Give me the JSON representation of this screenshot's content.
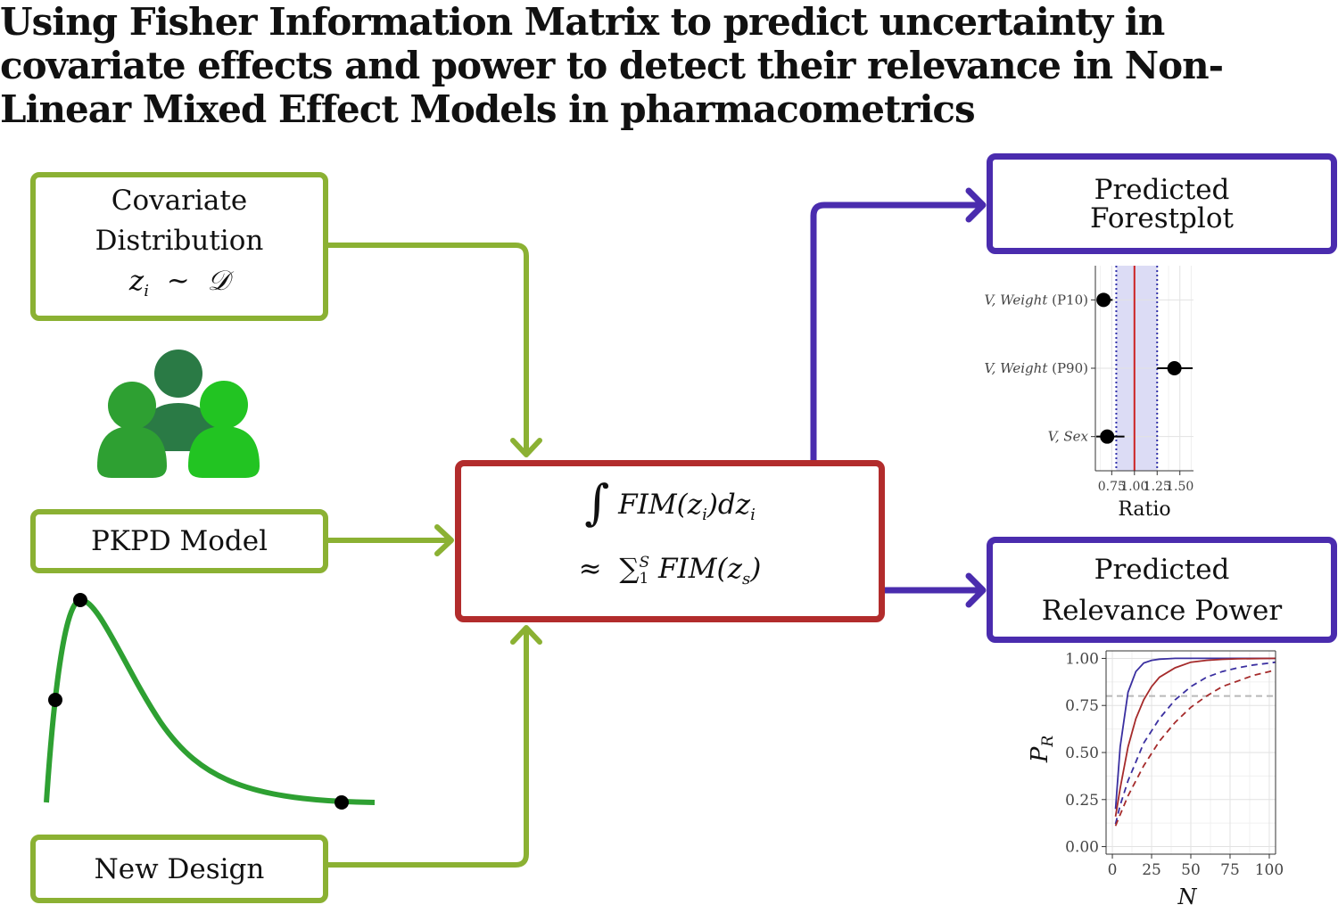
{
  "title": {
    "lines": [
      "Using Fisher Information Matrix to predict uncertainty in",
      "covariate effects and power to detect their relevance in Non-",
      "Linear Mixed Effect Models in pharmacometrics"
    ]
  },
  "inputs": {
    "covariate": {
      "line1": "Covariate",
      "line2": "Distribution",
      "formula_lhs": "z",
      "formula_sub": "i",
      "formula_op": "~",
      "formula_rhs": "𝒟"
    },
    "model": {
      "label": "PKPD Model"
    },
    "design": {
      "label": "New Design"
    }
  },
  "center": {
    "integral_symbol": "∫",
    "integral_expr": "FIM(z",
    "integral_sub": "i",
    "integral_tail": ")dz",
    "integral_tail_sub": "i",
    "approx": "≈",
    "sum_symbol": "∑",
    "sum_upper": "S",
    "sum_lower": "1",
    "sum_expr": "FIM(z",
    "sum_sub": "s",
    "sum_close": ")"
  },
  "outputs": {
    "forest": {
      "line1": "Predicted",
      "line2": "Forestplot"
    },
    "power": {
      "line1": "Predicted",
      "line2": "Relevance Power"
    }
  },
  "colors": {
    "green_border": "#8bb133",
    "blue": "#4a2cae",
    "red": "#b22c2c",
    "person_dark": "#2a7a45",
    "person_mid": "#2ea032",
    "person_light": "#22c422",
    "pk_curve": "#2ea032"
  },
  "icons": {
    "people": "people-group-icon",
    "pk_curve": "pk-curve-icon"
  },
  "pk_curve": {
    "sample_points": [
      {
        "t": 0.05,
        "c": 0.55
      },
      {
        "t": 0.1,
        "c": 1.0
      },
      {
        "t": 0.9,
        "c": 0.0
      }
    ]
  },
  "chart_data": [
    {
      "type": "scatter",
      "subtype": "forest",
      "xlabel": "Ratio",
      "xlim": [
        0.57,
        1.65
      ],
      "xticks": [
        "0.75",
        "1.00",
        "1.25",
        "1.50"
      ],
      "xtick_values": [
        0.75,
        1.0,
        1.25,
        1.5
      ],
      "reference_line": 1.0,
      "reference_band": [
        0.8,
        1.25
      ],
      "rows": [
        {
          "label_italic": "V, Weight",
          "label_suffix": "(P10)",
          "estimate": 0.66,
          "lower": 0.59,
          "upper": 0.76
        },
        {
          "label_italic": "V, Weight",
          "label_suffix": "(P90)",
          "estimate": 1.44,
          "lower": 1.25,
          "upper": 1.64
        },
        {
          "label_italic": "V, Sex",
          "label_suffix": "",
          "estimate": 0.7,
          "lower": 0.58,
          "upper": 0.89
        }
      ],
      "colors": {
        "band": "#dcdcf5",
        "ref": "#cc2222",
        "dotted": "#3333aa",
        "point": "#000000"
      }
    },
    {
      "type": "line",
      "xlabel": "N",
      "ylabel": "P",
      "ylabel_sub": "R",
      "xlim": [
        -4,
        104
      ],
      "ylim": [
        -0.04,
        1.04
      ],
      "xticks": [
        "0",
        "25",
        "50",
        "75",
        "100"
      ],
      "xtick_values": [
        0,
        25,
        50,
        75,
        100
      ],
      "yticks": [
        "0.00",
        "0.25",
        "0.50",
        "0.75",
        "1.00"
      ],
      "ytick_values": [
        0,
        0.25,
        0.5,
        0.75,
        1.0
      ],
      "threshold": 0.8,
      "series": [
        {
          "color": "#3a2fa0",
          "dash": "solid",
          "x": [
            2,
            5,
            10,
            15,
            20,
            25,
            30,
            35,
            40,
            50,
            60,
            80,
            105
          ],
          "y": [
            0.2,
            0.53,
            0.82,
            0.93,
            0.975,
            0.99,
            0.996,
            0.998,
            1.0,
            1.0,
            1.0,
            1.0,
            1.0
          ]
        },
        {
          "color": "#a52a2a",
          "dash": "solid",
          "x": [
            2,
            5,
            10,
            15,
            20,
            25,
            30,
            40,
            50,
            60,
            70,
            80,
            105
          ],
          "y": [
            0.16,
            0.31,
            0.53,
            0.68,
            0.78,
            0.85,
            0.9,
            0.95,
            0.98,
            0.99,
            0.995,
            0.998,
            1.0
          ]
        },
        {
          "color": "#3a2fa0",
          "dash": "dashed",
          "x": [
            2,
            5,
            10,
            20,
            30,
            40,
            50,
            60,
            70,
            80,
            90,
            100,
            105
          ],
          "y": [
            0.12,
            0.22,
            0.35,
            0.55,
            0.68,
            0.78,
            0.85,
            0.9,
            0.93,
            0.95,
            0.965,
            0.975,
            0.98
          ]
        },
        {
          "color": "#a52a2a",
          "dash": "dashed",
          "x": [
            2,
            5,
            10,
            20,
            30,
            40,
            50,
            60,
            70,
            80,
            90,
            100,
            105
          ],
          "y": [
            0.11,
            0.17,
            0.27,
            0.43,
            0.56,
            0.66,
            0.74,
            0.8,
            0.85,
            0.88,
            0.91,
            0.93,
            0.94
          ]
        }
      ]
    }
  ]
}
